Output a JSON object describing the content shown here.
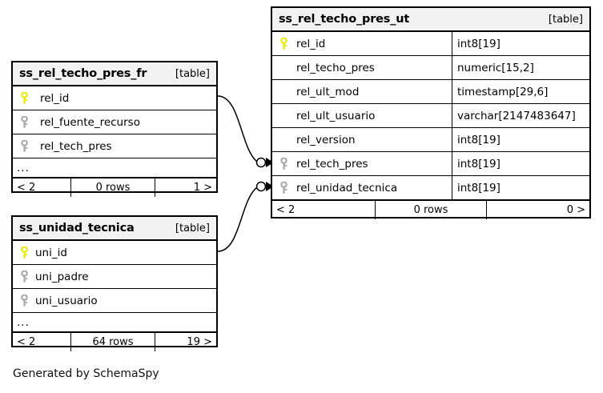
{
  "diagram": {
    "generated_by": "Generated by SchemaSpy",
    "background_color": "#ffffff",
    "pk_key_color": "#e8e800",
    "fk_key_color": "#a8a8a8",
    "header_bg_color": "#f2f2f2",
    "border_color": "#000000"
  },
  "tables": [
    {
      "id": "main",
      "name": "ss_rel_techo_pres_ut",
      "tag": "[table]",
      "columns": [
        {
          "key": "pk",
          "name": "rel_id",
          "type": "int8[19]"
        },
        {
          "key": "none",
          "name": "rel_techo_pres",
          "type": "numeric[15,2]"
        },
        {
          "key": "none",
          "name": "rel_ult_mod",
          "type": "timestamp[29,6]"
        },
        {
          "key": "none",
          "name": "rel_ult_usuario",
          "type": "varchar[2147483647]"
        },
        {
          "key": "none",
          "name": "rel_version",
          "type": "int8[19]"
        },
        {
          "key": "fk",
          "name": "rel_tech_pres",
          "type": "int8[19]"
        },
        {
          "key": "fk",
          "name": "rel_unidad_tecnica",
          "type": "int8[19]"
        }
      ],
      "has_ellipsis": false,
      "footer": {
        "left": "< 2",
        "middle": "0 rows",
        "right": "0 >"
      }
    },
    {
      "id": "fr",
      "name": "ss_rel_techo_pres_fr",
      "tag": "[table]",
      "columns": [
        {
          "key": "pk",
          "name": "rel_id",
          "type": ""
        },
        {
          "key": "fk",
          "name": "rel_fuente_recurso",
          "type": ""
        },
        {
          "key": "fk",
          "name": "rel_tech_pres",
          "type": ""
        }
      ],
      "has_ellipsis": true,
      "ellipsis": "...",
      "footer": {
        "left": "< 2",
        "middle": "0 rows",
        "right": "1 >"
      }
    },
    {
      "id": "ut",
      "name": "ss_unidad_tecnica",
      "tag": "[table]",
      "columns": [
        {
          "key": "pk",
          "name": "uni_id",
          "type": ""
        },
        {
          "key": "fk",
          "name": "uni_padre",
          "type": ""
        },
        {
          "key": "fk",
          "name": "uni_usuario",
          "type": ""
        }
      ],
      "has_ellipsis": true,
      "ellipsis": "...",
      "footer": {
        "left": "< 2",
        "middle": "64 rows",
        "right": "19 >"
      }
    }
  ],
  "relationships": [
    {
      "id": "rel-fr-to-ut",
      "from_table": "ss_rel_techo_pres_fr",
      "from_column": "rel_id",
      "to_table": "ss_rel_techo_pres_ut",
      "to_column": "rel_tech_pres"
    },
    {
      "id": "rel-unidad-to-ut",
      "from_table": "ss_unidad_tecnica",
      "from_column": "uni_id",
      "to_table": "ss_rel_techo_pres_ut",
      "to_column": "rel_unidad_tecnica"
    }
  ]
}
